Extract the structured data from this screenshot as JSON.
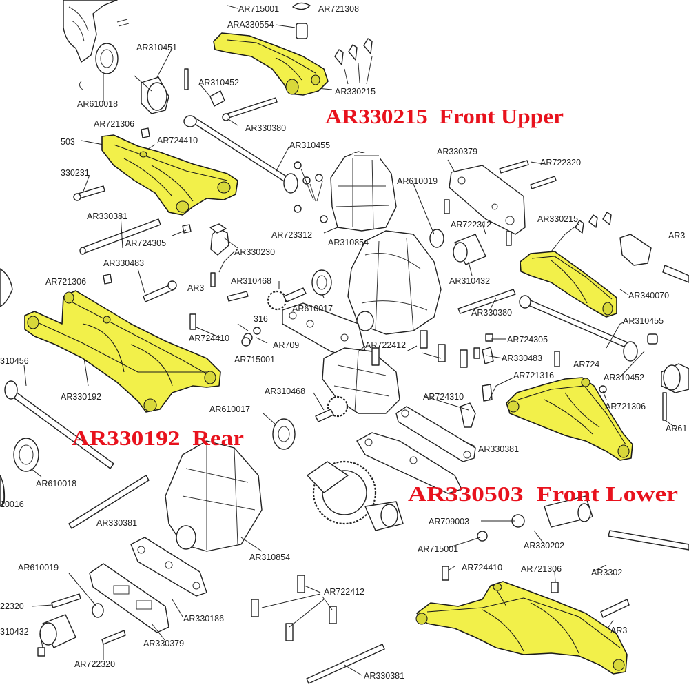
{
  "titles": {
    "front_upper": "AR330215  Front Upper",
    "rear": "AR330192  Rear",
    "front_lower": "AR330503  Front Lower"
  },
  "labels": {
    "l01": "AR715001",
    "l02": "AR721308",
    "l03": "ARA330554",
    "l04": "AR310451",
    "l05": "AR310452",
    "l06": "AR610018",
    "l07": "AR330215",
    "l08": "AR721306",
    "l09": "AR330380",
    "l10": "503",
    "l11": "AR724410",
    "l12": "AR310455",
    "l13": "330231",
    "l14": "AR330379",
    "l15": "AR722320",
    "l16": "AR610019",
    "l17": "AR330381",
    "l18": "AR724305",
    "l19": "AR723312",
    "l20": "AR310854",
    "l21": "AR722312",
    "l22": "AR330215",
    "l23": "AR3",
    "l24": "AR330230",
    "l25": "AR330483",
    "l26": "AR721306",
    "l27": "AR3",
    "l28": "AR310468",
    "l29": "AR610017",
    "l30": "AR310432",
    "l31": "AR340070",
    "l32": "AR330380",
    "l33": "AR310455",
    "l34": "316",
    "l35": "AR724410",
    "l36": "AR709",
    "l37": "AR722412",
    "l38": "AR724305",
    "l39": "AR715001",
    "l40": "AR330483",
    "l41": "AR724",
    "l42": "310456",
    "l43": "AR721316",
    "l44": "AR310452",
    "l45": "AR330192",
    "l46": "AR310468",
    "l47": "AR724310",
    "l48": "AR721306",
    "l49": "AR610017",
    "l50": "AR61",
    "l51": "AR330381",
    "l52": "AR610018",
    "l53": "10016",
    "l54": "AR330381",
    "l55": "AR709003",
    "l56": "AR330202",
    "l57": "AR310854",
    "l58": "AR715001",
    "l59": "AR610019",
    "l60": "AR724410",
    "l61": "AR721306",
    "l62": "AR3302",
    "l63": "AR722412",
    "l64": "22320",
    "l65": "AR330186",
    "l66": "310432",
    "l67": "AR330379",
    "l68": "AR3",
    "l69": "AR722320",
    "l70": "AR330381"
  }
}
